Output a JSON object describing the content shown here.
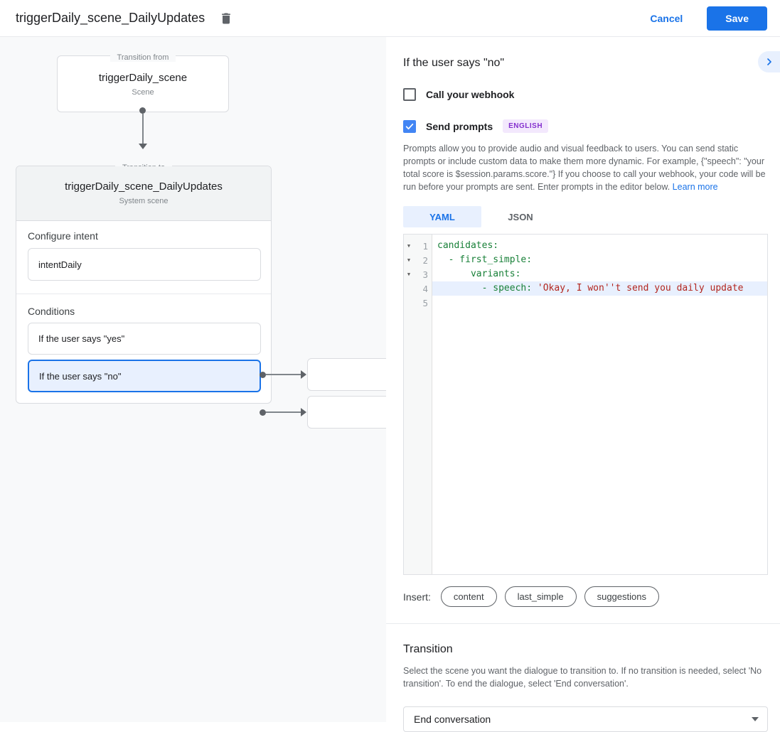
{
  "header": {
    "title": "triggerDaily_scene_DailyUpdates",
    "cancel_label": "Cancel",
    "save_label": "Save"
  },
  "diagram": {
    "from_box": {
      "legend": "Transition from",
      "title": "triggerDaily_scene",
      "subtitle": "Scene"
    },
    "to_card": {
      "legend": "Transition to",
      "title": "triggerDaily_scene_DailyUpdates",
      "subtitle": "System scene",
      "configure_intent_label": "Configure intent",
      "intent_value": "intentDaily",
      "conditions_label": "Conditions",
      "conditions": [
        {
          "label": "If the user says \"yes\"",
          "selected": false
        },
        {
          "label": "If the user says \"no\"",
          "selected": true
        }
      ]
    }
  },
  "panel": {
    "title": "If the user says \"no\"",
    "webhook": {
      "label": "Call your webhook",
      "checked": false
    },
    "prompts": {
      "label": "Send prompts",
      "checked": true,
      "badge": "ENGLISH"
    },
    "description": "Prompts allow you to provide audio and visual feedback to users. You can send static prompts or include custom data to make them more dynamic. For example, {\"speech\": \"your total score is $session.params.score.\"} If you choose to call your webhook, your code will be run before your prompts are sent. Enter prompts in the editor below. ",
    "learn_more": "Learn more",
    "tabs": [
      {
        "label": "YAML",
        "active": true
      },
      {
        "label": "JSON",
        "active": false
      }
    ],
    "editor": {
      "lines": [
        {
          "n": 1,
          "fold": true,
          "active": false,
          "segs": [
            {
              "t": "candidates:",
              "c": "g"
            }
          ]
        },
        {
          "n": 2,
          "fold": true,
          "active": false,
          "segs": [
            {
              "t": "  ",
              "c": "d"
            },
            {
              "t": "- first_simple:",
              "c": "g"
            }
          ]
        },
        {
          "n": 3,
          "fold": true,
          "active": false,
          "segs": [
            {
              "t": "      ",
              "c": "d"
            },
            {
              "t": "variants:",
              "c": "g"
            }
          ]
        },
        {
          "n": 4,
          "fold": false,
          "active": true,
          "segs": [
            {
              "t": "        ",
              "c": "d"
            },
            {
              "t": "- speech:",
              "c": "g"
            },
            {
              "t": " ",
              "c": "d"
            },
            {
              "t": "'Okay, I won''t send you daily update",
              "c": "r"
            }
          ]
        },
        {
          "n": 5,
          "fold": false,
          "active": false,
          "segs": []
        }
      ]
    },
    "insert": {
      "label": "Insert:",
      "chips": [
        "content",
        "last_simple",
        "suggestions"
      ]
    },
    "transition": {
      "heading": "Transition",
      "description": "Select the scene you want the dialogue to transition to. If no transition is needed, select 'No transition'. To end the dialogue, select 'End conversation'.",
      "select_value": "End conversation"
    }
  },
  "colors": {
    "accent": "#1a73e8",
    "accent_light": "#e8f0fe",
    "checkbox_checked": "#4285f4",
    "badge_bg": "#f3e8fd",
    "badge_text": "#8430ce",
    "code_green": "#188038",
    "code_red": "#b3261e",
    "canvas_bg": "#f8f9fa"
  }
}
